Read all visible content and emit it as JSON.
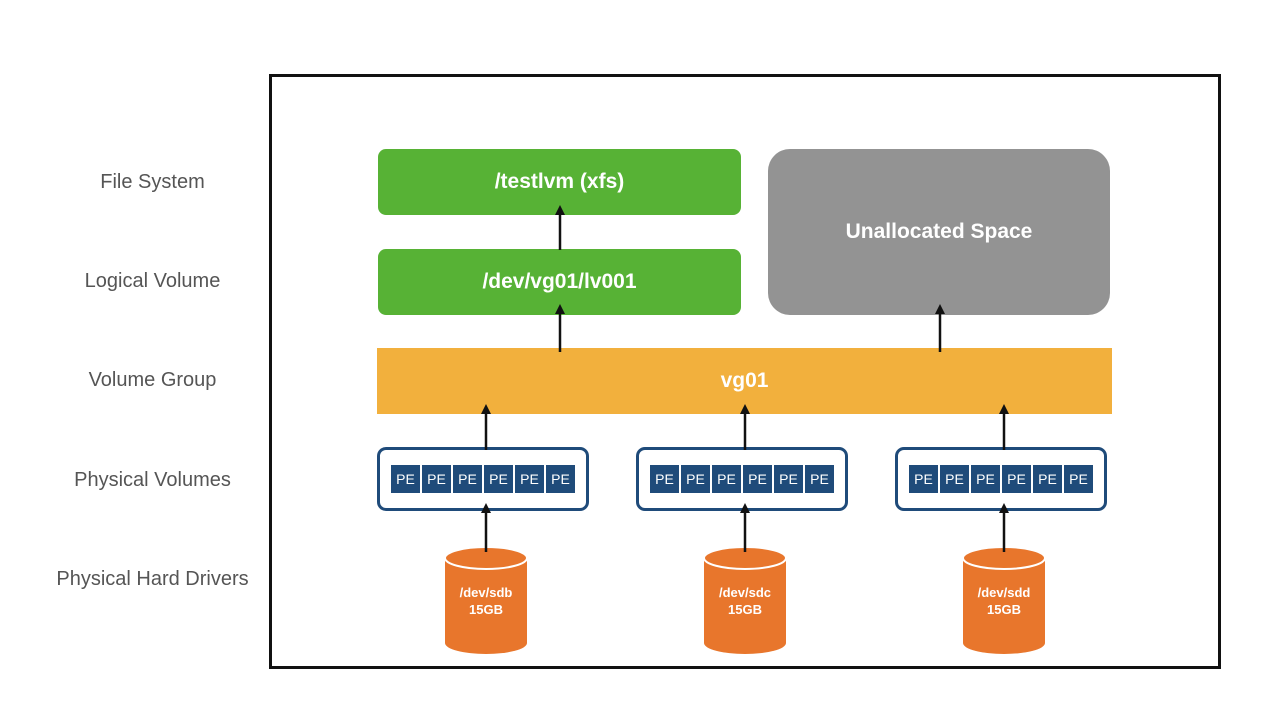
{
  "layers": [
    {
      "label": "File System"
    },
    {
      "label": "Logical Volume"
    },
    {
      "label": "Volume Group"
    },
    {
      "label": "Physical Volumes"
    },
    {
      "label": "Physical Hard Drivers"
    }
  ],
  "filesystem": {
    "label": "/testlvm (xfs)"
  },
  "logical_volume": {
    "label": "/dev/vg01/lv001"
  },
  "unallocated": {
    "label": "Unallocated Space"
  },
  "volume_group": {
    "label": "vg01"
  },
  "physical_volumes": [
    {
      "extents": [
        "PE",
        "PE",
        "PE",
        "PE",
        "PE",
        "PE"
      ]
    },
    {
      "extents": [
        "PE",
        "PE",
        "PE",
        "PE",
        "PE",
        "PE"
      ]
    },
    {
      "extents": [
        "PE",
        "PE",
        "PE",
        "PE",
        "PE",
        "PE"
      ]
    }
  ],
  "drives": [
    {
      "device": "/dev/sdb",
      "size": "15GB"
    },
    {
      "device": "/dev/sdc",
      "size": "15GB"
    },
    {
      "device": "/dev/sdd",
      "size": "15GB"
    }
  ],
  "colors": {
    "filesystem": "#57b235",
    "unallocated": "#939393",
    "volume_group": "#f2b03d",
    "pv_border": "#1f4b7a",
    "pe_fill": "#1f4b7a",
    "drive": "#e8762c",
    "arrow": "#111111",
    "frame": "#111111"
  }
}
